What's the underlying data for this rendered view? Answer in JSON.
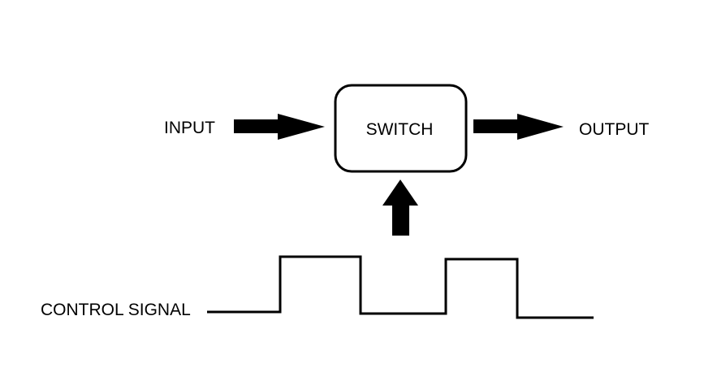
{
  "diagram": {
    "input_label": "INPUT",
    "switch_label": "SWITCH",
    "output_label": "OUTPUT",
    "control_label": "CONTROL SIGNAL"
  },
  "colors": {
    "background": "#ffffff",
    "stroke": "#000000"
  }
}
